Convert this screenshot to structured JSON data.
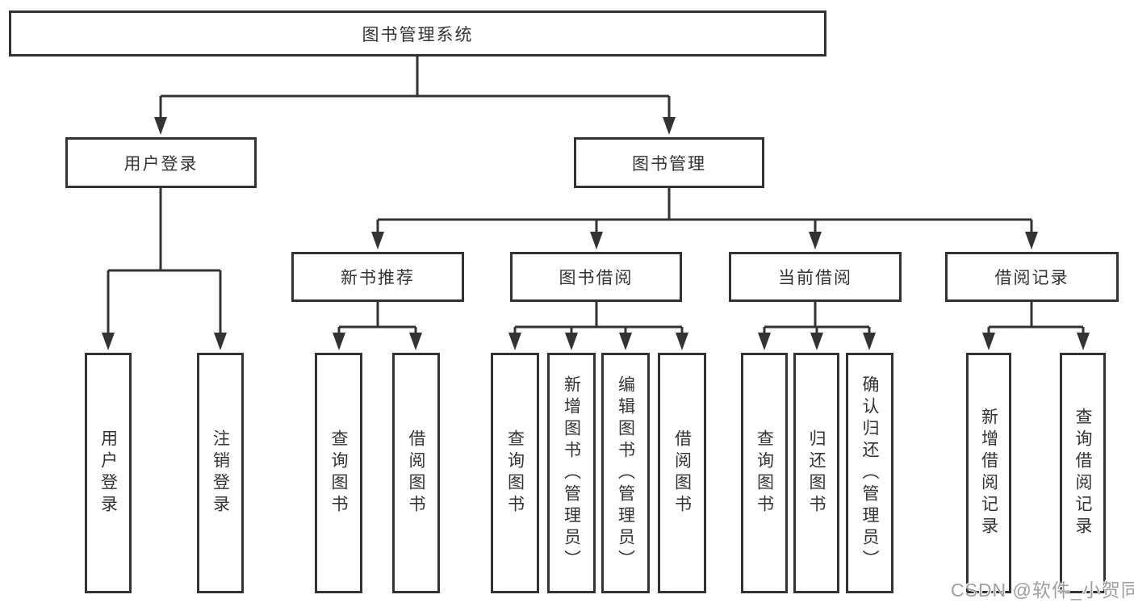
{
  "diagram": {
    "root": {
      "label": "图书管理系统"
    },
    "children": [
      {
        "label": "用户登录",
        "children": [
          {
            "label": "用户登录"
          },
          {
            "label": "注销登录"
          }
        ]
      },
      {
        "label": "图书管理",
        "children": [
          {
            "label": "新书推荐",
            "children": [
              {
                "label": "查询图书"
              },
              {
                "label": "借阅图书"
              }
            ]
          },
          {
            "label": "图书借阅",
            "children": [
              {
                "label": "查询图书"
              },
              {
                "label": "新增图书（管理员）"
              },
              {
                "label": "编辑图书（管理员）"
              },
              {
                "label": "借阅图书"
              }
            ]
          },
          {
            "label": "当前借阅",
            "children": [
              {
                "label": "查询图书"
              },
              {
                "label": "归还图书"
              },
              {
                "label": "确认归还（管理员）"
              }
            ]
          },
          {
            "label": "借阅记录",
            "children": [
              {
                "label": "新增借阅记录"
              },
              {
                "label": "查询借阅记录"
              }
            ]
          }
        ]
      }
    ]
  },
  "watermark": {
    "text": "CSDN @软件_小贺同学"
  },
  "colors": {
    "line": "#333333",
    "box_border": "#333333",
    "box_fill": "#ffffff",
    "text": "#333333",
    "watermark": "#9f9f9f",
    "background": "#ffffff"
  }
}
